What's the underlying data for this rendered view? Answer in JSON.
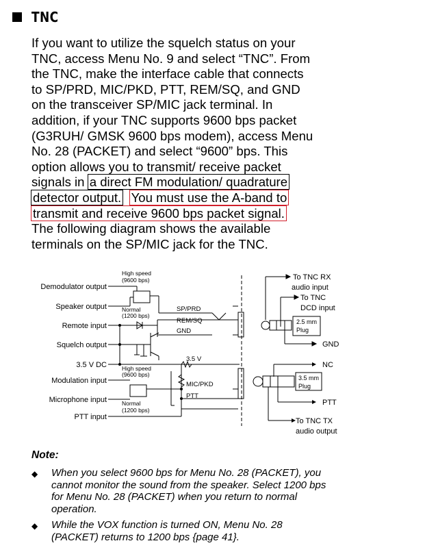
{
  "heading": "TNC",
  "paragraph_lines": [
    "If you want to utilize the squelch status on your",
    "TNC, access Menu No. 9 and select “TNC”.  From",
    "the TNC, make the interface cable that connects",
    "to SP/PRD, MIC/PKD, PTT, REM/SQ, and GND",
    "on the transceiver SP/MIC jack terminal.  In",
    "addition, if your TNC supports 9600 bps packet",
    "(G3RUH/ GMSK 9600 bps modem), access Menu",
    "No. 28 (PACKET) and select “9600” bps.  This",
    "option allows you to transmit/ receive packet"
  ],
  "line10_pre": "signals in ",
  "line10_box": "a direct FM modulation/ quadrature",
  "line11_box": "detector output.",
  "line11_red": "You must use the A-band to",
  "line12_red": "transmit and receive 9600 bps packet signal.",
  "line13": "The following diagram shows the available",
  "line14": "terminals on the SP/MIC jack for the TNC.",
  "diagram": {
    "high_speed": "High speed",
    "bps9600": "(9600 bps)",
    "normal": "Normal",
    "bps1200": "(1200 bps)",
    "demodulator_output": "Demodulator output",
    "speaker_output": "Speaker output",
    "remote_input": "Remote input",
    "squelch_output": "Squelch output",
    "dc35": "3.5 V DC",
    "modulation_input": "Modulation input",
    "microphone_input": "Microphone input",
    "ptt_input": "PTT input",
    "sp_prd": "SP/PRD",
    "rem_sq": "REM/SQ",
    "gnd_pin": "GND",
    "v35": "3.5 V",
    "mic_pkd": "MIC/PKD",
    "ptt_pin": "PTT",
    "to_tnc_rx": "To TNC RX",
    "audio_input": "audio input",
    "to_tnc": "To TNC",
    "dcd_input": "DCD input",
    "plug_25": "2.5 mm",
    "plug_35": "3.5 mm",
    "plug": "Plug",
    "gnd_out": "GND",
    "nc": "NC",
    "ptt_out": "PTT",
    "to_tnc_tx": "To TNC TX",
    "audio_output": "audio output"
  },
  "note_title": "Note:",
  "notes": [
    [
      "When you select 9600 bps for Menu No. 28 (PACKET), you",
      "cannot monitor the sound from the speaker.  Select 1200 bps",
      "for Menu No. 28 (PACKET) when you return to normal",
      "operation."
    ],
    [
      "While the VOX function is turned ON, Menu No. 28",
      "(PACKET) returns to 1200 bps {page 41}."
    ]
  ]
}
